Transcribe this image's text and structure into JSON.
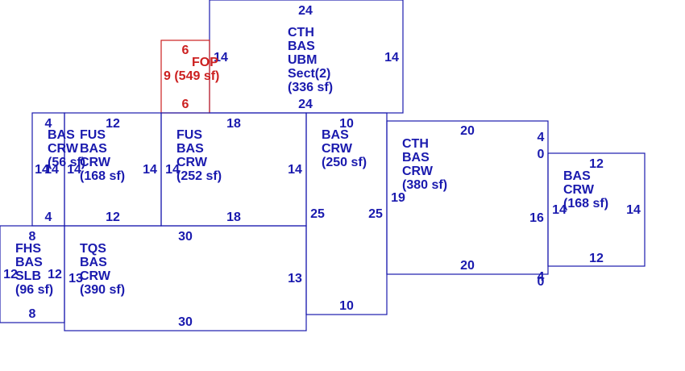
{
  "colors": {
    "main": "#1a1aae",
    "highlight": "#cc2020",
    "background": "#ffffff"
  },
  "areas": [
    {
      "id": "cth-bas-ubm",
      "lines": [
        "CTH",
        "BAS",
        "UBM",
        "Sect(2)",
        "(336 sf)"
      ],
      "color": "main",
      "dims": [
        "24",
        "14",
        "14",
        "24"
      ]
    },
    {
      "id": "fop",
      "lines": [
        "FOP",
        "9 (549 sf)"
      ],
      "color": "highlight",
      "dims": [
        "6",
        "6"
      ]
    },
    {
      "id": "bas-crw-56",
      "lines": [
        "BAS",
        "CRW",
        "(56 sf)"
      ],
      "color": "main",
      "dims": [
        "4",
        "14",
        "4",
        "14"
      ]
    },
    {
      "id": "fus-bas-crw-168",
      "lines": [
        "FUS",
        "BAS",
        "CRW",
        "(168 sf)"
      ],
      "color": "main",
      "dims": [
        "12",
        "14",
        "12",
        "14"
      ]
    },
    {
      "id": "fus-bas-crw-252",
      "lines": [
        "FUS",
        "BAS",
        "CRW",
        "(252 sf)"
      ],
      "color": "main",
      "dims": [
        "18",
        "14",
        "18",
        "14"
      ]
    },
    {
      "id": "bas-crw-250",
      "lines": [
        "BAS",
        "CRW",
        "(250 sf)"
      ],
      "color": "main",
      "dims": [
        "10",
        "25",
        "25",
        "10"
      ]
    },
    {
      "id": "cth-bas-crw-380",
      "lines": [
        "CTH",
        "BAS",
        "CRW",
        "(380 sf)"
      ],
      "color": "main",
      "dims": [
        "20",
        "19",
        "16",
        "20",
        "4",
        "0",
        "4",
        "0"
      ]
    },
    {
      "id": "bas-crw-168",
      "lines": [
        "BAS",
        "CRW",
        "(168 sf)"
      ],
      "color": "main",
      "dims": [
        "12",
        "14",
        "14",
        "12"
      ]
    },
    {
      "id": "fhs-bas-slb",
      "lines": [
        "FHS",
        "BAS",
        "SLB",
        "(96 sf)"
      ],
      "color": "main",
      "dims": [
        "8",
        "12",
        "12",
        "8"
      ]
    },
    {
      "id": "tqs-bas-crw-390",
      "lines": [
        "TQS",
        "BAS",
        "CRW",
        "(390 sf)"
      ],
      "color": "main",
      "dims": [
        "30",
        "13",
        "13",
        "30"
      ]
    }
  ]
}
